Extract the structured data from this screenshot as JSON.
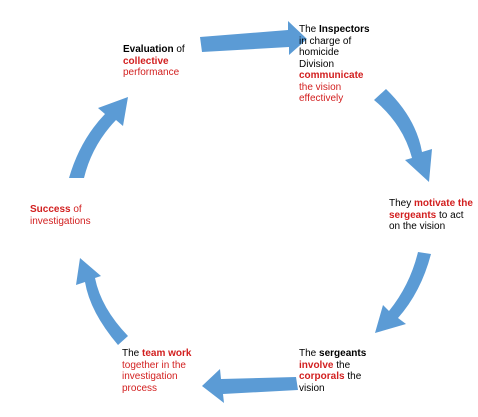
{
  "colors": {
    "arrow": "#5b9bd5",
    "text": "#000000",
    "highlight": "#d21f1f"
  },
  "diagram": {
    "type": "cycle",
    "steps": [
      {
        "id": "evaluation",
        "segments": [
          {
            "text": "Evaluation",
            "bold": true,
            "color": "text"
          },
          {
            "text": " of ",
            "bold": false,
            "color": "text"
          },
          {
            "text": "collective",
            "bold": true,
            "color": "highlight"
          },
          {
            "text": " performance",
            "bold": false,
            "color": "highlight"
          }
        ]
      },
      {
        "id": "inspectors",
        "segments": [
          {
            "text": "The ",
            "bold": false,
            "color": "text"
          },
          {
            "text": "Inspectors",
            "bold": true,
            "color": "text"
          },
          {
            "text": " in charge of homicide Division ",
            "bold": false,
            "color": "text"
          },
          {
            "text": "communicate",
            "bold": true,
            "color": "highlight"
          },
          {
            "text": " the vision effectively",
            "bold": false,
            "color": "highlight"
          }
        ]
      },
      {
        "id": "motivate",
        "segments": [
          {
            "text": "They ",
            "bold": false,
            "color": "text"
          },
          {
            "text": "motivate",
            "bold": true,
            "color": "highlight"
          },
          {
            "text": " ",
            "bold": false,
            "color": "text"
          },
          {
            "text": "the sergeants",
            "bold": true,
            "color": "highlight"
          },
          {
            "text": " to act on the vision",
            "bold": false,
            "color": "text"
          }
        ]
      },
      {
        "id": "sergeants",
        "segments": [
          {
            "text": "The ",
            "bold": false,
            "color": "text"
          },
          {
            "text": "sergeants",
            "bold": true,
            "color": "text"
          },
          {
            "text": " ",
            "bold": false,
            "color": "text"
          },
          {
            "text": "involve",
            "bold": true,
            "color": "highlight"
          },
          {
            "text": " the ",
            "bold": false,
            "color": "text"
          },
          {
            "text": "corporals",
            "bold": true,
            "color": "highlight"
          },
          {
            "text": " the vision",
            "bold": false,
            "color": "text"
          }
        ]
      },
      {
        "id": "teamwork",
        "segments": [
          {
            "text": "The ",
            "bold": false,
            "color": "text"
          },
          {
            "text": "team work",
            "bold": true,
            "color": "highlight"
          },
          {
            "text": " together in the investigation process",
            "bold": false,
            "color": "highlight"
          }
        ]
      },
      {
        "id": "success",
        "segments": [
          {
            "text": "Success",
            "bold": true,
            "color": "highlight"
          },
          {
            "text": " of investigations",
            "bold": false,
            "color": "highlight"
          }
        ]
      }
    ]
  }
}
